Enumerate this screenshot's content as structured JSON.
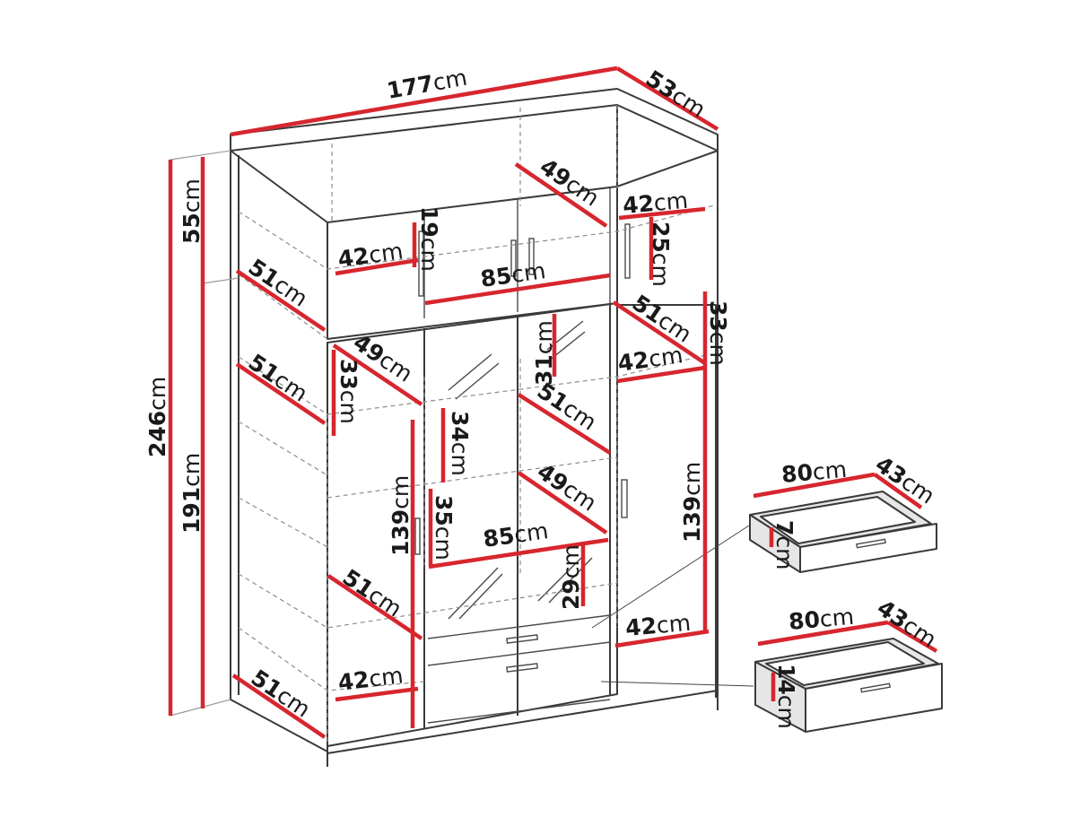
{
  "diagram": {
    "dimensions": [
      {
        "id": "width-top",
        "num": "177",
        "unit": "cm"
      },
      {
        "id": "depth-top",
        "num": "53",
        "unit": "cm"
      },
      {
        "id": "height-total",
        "num": "246",
        "unit": "cm"
      },
      {
        "id": "height-top",
        "num": "55",
        "unit": "cm"
      },
      {
        "id": "height-bottom",
        "num": "191",
        "unit": "cm"
      },
      {
        "id": "top-shelf-depth",
        "num": "49",
        "unit": "cm"
      },
      {
        "id": "top-right-width",
        "num": "42",
        "unit": "cm"
      },
      {
        "id": "top-right-height",
        "num": "25",
        "unit": "cm"
      },
      {
        "id": "top-left-height",
        "num": "19",
        "unit": "cm"
      },
      {
        "id": "top-left-width",
        "num": "42",
        "unit": "cm"
      },
      {
        "id": "top-middle-width",
        "num": "85",
        "unit": "cm"
      },
      {
        "id": "left-top-depth",
        "num": "51",
        "unit": "cm"
      },
      {
        "id": "right-top-depth",
        "num": "51",
        "unit": "cm"
      },
      {
        "id": "right-top-height",
        "num": "33",
        "unit": "cm"
      },
      {
        "id": "right-top-width",
        "num": "42",
        "unit": "cm"
      },
      {
        "id": "mid-upper-depth",
        "num": "49",
        "unit": "cm"
      },
      {
        "id": "left-mid-depth",
        "num": "51",
        "unit": "cm"
      },
      {
        "id": "left-shelf-height",
        "num": "33",
        "unit": "cm"
      },
      {
        "id": "center-top-height",
        "num": "31",
        "unit": "cm"
      },
      {
        "id": "center-shelf-depth",
        "num": "51",
        "unit": "cm"
      },
      {
        "id": "center-shelf-height",
        "num": "34",
        "unit": "cm"
      },
      {
        "id": "left-compartment-height",
        "num": "139",
        "unit": "cm"
      },
      {
        "id": "right-compartment-height",
        "num": "139",
        "unit": "cm"
      },
      {
        "id": "center-lower-depth",
        "num": "49",
        "unit": "cm"
      },
      {
        "id": "center-lower-height",
        "num": "35",
        "unit": "cm"
      },
      {
        "id": "center-lower-width",
        "num": "85",
        "unit": "cm"
      },
      {
        "id": "center-bottom-height",
        "num": "29",
        "unit": "cm"
      },
      {
        "id": "left-low-depth",
        "num": "51",
        "unit": "cm"
      },
      {
        "id": "right-bottom-width",
        "num": "42",
        "unit": "cm"
      },
      {
        "id": "base-depth",
        "num": "51",
        "unit": "cm"
      },
      {
        "id": "base-left-width",
        "num": "42",
        "unit": "cm"
      },
      {
        "id": "drawer1-width",
        "num": "80",
        "unit": "cm"
      },
      {
        "id": "drawer1-depth",
        "num": "43",
        "unit": "cm"
      },
      {
        "id": "drawer1-height",
        "num": "7",
        "unit": "cm"
      },
      {
        "id": "drawer2-width",
        "num": "80",
        "unit": "cm"
      },
      {
        "id": "drawer2-depth",
        "num": "43",
        "unit": "cm"
      },
      {
        "id": "drawer2-height",
        "num": "14",
        "unit": "cm"
      }
    ]
  }
}
